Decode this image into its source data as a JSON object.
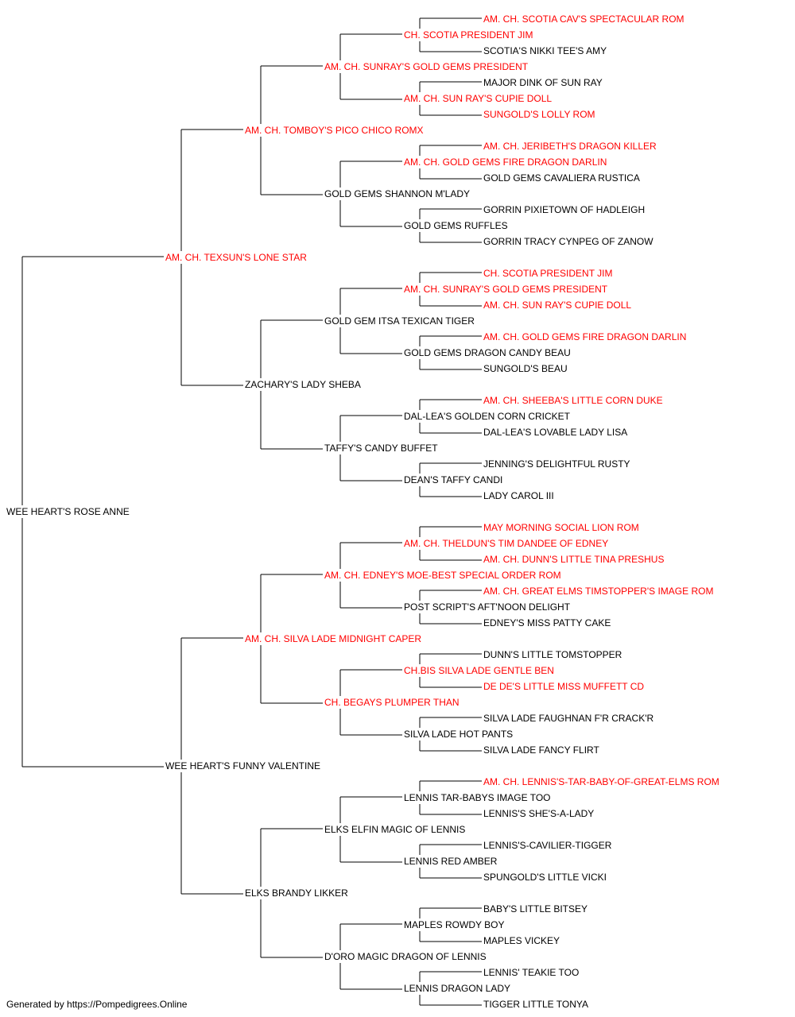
{
  "colors": {
    "titled": "#ff0000",
    "plain": "#000000",
    "line": "#000000",
    "background": "#ffffff"
  },
  "pedigree": {
    "subject": {
      "name": "WEE HEART'S ROSE ANNE",
      "titled": false
    },
    "sire": {
      "name": "AM. CH. TEXSUN'S LONE STAR",
      "titled": true
    },
    "dam": {
      "name": "WEE HEART'S FUNNY VALENTINE",
      "titled": false
    },
    "generation_3": [
      {
        "name": "AM. CH. TOMBOY'S PICO CHICO ROMX",
        "titled": true
      },
      {
        "name": "ZACHARY'S LADY SHEBA",
        "titled": false
      },
      {
        "name": "AM. CH. SILVA LADE MIDNIGHT CAPER",
        "titled": true
      },
      {
        "name": "ELKS BRANDY LIKKER",
        "titled": false
      }
    ],
    "generation_4": [
      {
        "name": "AM. CH. SUNRAY'S GOLD GEMS PRESIDENT",
        "titled": true
      },
      {
        "name": "GOLD GEMS SHANNON M'LADY",
        "titled": false
      },
      {
        "name": "GOLD GEM ITSA TEXICAN TIGER",
        "titled": false
      },
      {
        "name": "TAFFY'S CANDY BUFFET",
        "titled": false
      },
      {
        "name": "AM. CH. EDNEY'S MOE-BEST SPECIAL ORDER ROM",
        "titled": true
      },
      {
        "name": "CH. BEGAYS PLUMPER THAN",
        "titled": true
      },
      {
        "name": "ELKS ELFIN MAGIC OF LENNIS",
        "titled": false
      },
      {
        "name": "D'ORO MAGIC DRAGON OF LENNIS",
        "titled": false
      }
    ],
    "generation_5": [
      {
        "name": "CH. SCOTIA PRESIDENT JIM",
        "titled": true
      },
      {
        "name": "AM. CH. SUN RAY'S CUPIE DOLL",
        "titled": true
      },
      {
        "name": "AM. CH. GOLD GEMS FIRE DRAGON DARLIN",
        "titled": true
      },
      {
        "name": "GOLD GEMS RUFFLES",
        "titled": false
      },
      {
        "name": "AM. CH. SUNRAY'S GOLD GEMS PRESIDENT",
        "titled": true
      },
      {
        "name": "GOLD GEMS DRAGON CANDY BEAU",
        "titled": false
      },
      {
        "name": "DAL-LEA'S GOLDEN CORN CRICKET",
        "titled": false
      },
      {
        "name": "DEAN'S TAFFY CANDI",
        "titled": false
      },
      {
        "name": "AM. CH. THELDUN'S TIM DANDEE OF EDNEY",
        "titled": true
      },
      {
        "name": "POST SCRIPT'S AFT'NOON DELIGHT",
        "titled": false
      },
      {
        "name": "CH.BIS SILVA LADE GENTLE BEN",
        "titled": true
      },
      {
        "name": "SILVA LADE HOT PANTS",
        "titled": false
      },
      {
        "name": "LENNIS TAR-BABYS IMAGE TOO",
        "titled": false
      },
      {
        "name": "LENNIS RED AMBER",
        "titled": false
      },
      {
        "name": "MAPLES ROWDY BOY",
        "titled": false
      },
      {
        "name": "LENNIS DRAGON LADY",
        "titled": false
      }
    ],
    "generation_6": [
      {
        "name": "AM. CH. SCOTIA CAV'S SPECTACULAR ROM",
        "titled": true
      },
      {
        "name": "SCOTIA'S NIKKI TEE'S AMY",
        "titled": false
      },
      {
        "name": "MAJOR DINK OF SUN RAY",
        "titled": false
      },
      {
        "name": "SUNGOLD'S LOLLY ROM",
        "titled": true
      },
      {
        "name": "AM. CH. JERIBETH'S DRAGON KILLER",
        "titled": true
      },
      {
        "name": "GOLD GEMS CAVALIERA RUSTICA",
        "titled": false
      },
      {
        "name": "GORRIN PIXIETOWN OF HADLEIGH",
        "titled": false
      },
      {
        "name": "GORRIN TRACY CYNPEG OF ZANOW",
        "titled": false
      },
      {
        "name": "CH. SCOTIA PRESIDENT JIM",
        "titled": true
      },
      {
        "name": "AM. CH. SUN RAY'S CUPIE DOLL",
        "titled": true
      },
      {
        "name": "AM. CH. GOLD GEMS FIRE DRAGON DARLIN",
        "titled": true
      },
      {
        "name": "SUNGOLD'S BEAU",
        "titled": false
      },
      {
        "name": "AM. CH. SHEEBA'S LITTLE CORN DUKE",
        "titled": true
      },
      {
        "name": "DAL-LEA'S LOVABLE LADY LISA",
        "titled": false
      },
      {
        "name": "JENNING'S DELIGHTFUL RUSTY",
        "titled": false
      },
      {
        "name": "LADY CAROL III",
        "titled": false
      },
      {
        "name": "MAY MORNING SOCIAL LION ROM",
        "titled": true
      },
      {
        "name": "AM. CH. DUNN'S LITTLE TINA PRESHUS",
        "titled": true
      },
      {
        "name": "AM. CH. GREAT ELMS TIMSTOPPER'S IMAGE ROM",
        "titled": true
      },
      {
        "name": "EDNEY'S MISS PATTY CAKE",
        "titled": false
      },
      {
        "name": "DUNN'S LITTLE TOMSTOPPER",
        "titled": false
      },
      {
        "name": "DE DE'S LITTLE MISS MUFFETT CD",
        "titled": true
      },
      {
        "name": "SILVA LADE FAUGHNAN F'R CRACK'R",
        "titled": false
      },
      {
        "name": "SILVA LADE FANCY FLIRT",
        "titled": false
      },
      {
        "name": "AM. CH. LENNIS'S-TAR-BABY-OF-GREAT-ELMS ROM",
        "titled": true
      },
      {
        "name": "LENNIS'S SHE'S-A-LADY",
        "titled": false
      },
      {
        "name": "LENNIS'S-CAVILIER-TIGGER",
        "titled": false
      },
      {
        "name": "SPUNGOLD'S LITTLE VICKI",
        "titled": false
      },
      {
        "name": "BABY'S LITTLE BITSEY",
        "titled": false
      },
      {
        "name": "MAPLES VICKEY",
        "titled": false
      },
      {
        "name": "LENNIS' TEAKIE TOO",
        "titled": false
      },
      {
        "name": "TIGGER LITTLE TONYA",
        "titled": false
      }
    ]
  },
  "footer": "Generated by https://Pompedigrees.Online"
}
